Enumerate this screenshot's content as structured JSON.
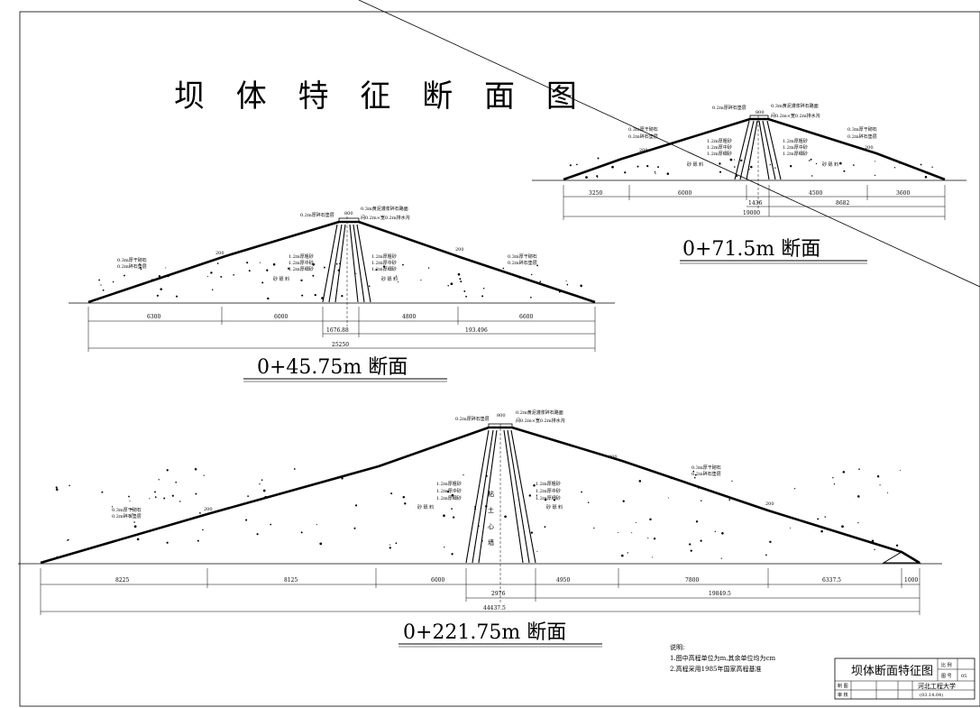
{
  "title": "坝 体 特 征 断 面 图",
  "section_upper_right": {
    "label": "0+71.5m  断面",
    "callouts": [
      "0.2m厚碎石垫层",
      "0.3m黄泥灌浆碎石路面",
      "间0.2m×宽0.2m排水沟",
      "0.3m厚干砌石",
      "0.2m碎石垫层",
      "1.2m厚粗砂",
      "1.2m厚中砂",
      "1.2m厚细砂",
      "砂 砾 料"
    ],
    "dims": [
      "3250",
      "6000",
      "4500",
      "3600",
      "1436",
      "8682",
      "19000",
      "800",
      "200",
      "200"
    ]
  },
  "section_middle_left": {
    "label": "0+45.75m  断面",
    "callouts": [
      "0.2m厚碎石垫层",
      "0.3m黄泥灌浆碎石路面",
      "间0.2m×宽0.2m排水沟",
      "0.3m厚干砌石",
      "0.2m碎石垫层",
      "1.2m厚粗砂",
      "1.2m厚中砂",
      "1.2m厚细砂",
      "砂 砾 料"
    ],
    "dims": [
      "6300",
      "6000",
      "4800",
      "6600",
      "1676.88",
      "193.496",
      "25250",
      "800",
      "200",
      "200"
    ]
  },
  "section_bottom": {
    "label": "0+221.75m  断面",
    "core_label": [
      "粘",
      "土",
      "心",
      "墙"
    ],
    "callouts": [
      "0.2m厚碎石垫层",
      "0.2m黄泥灌浆碎石路面",
      "间0.2m×宽0.2m排水沟",
      "0.3m厚干砌石",
      "0.2m碎石垫层",
      "1.2m厚粗砂",
      "1.2m厚中砂",
      "1.2m厚细砂",
      "砂 砾 料"
    ],
    "dims": [
      "8225",
      "8125",
      "6000",
      "4950",
      "7800",
      "6337.5",
      "1000",
      "2976",
      "19849.5",
      "44437.5",
      "800",
      "200"
    ]
  },
  "notes": {
    "heading": "说明:",
    "line1": "1.图中高程单位为m,其余单位均为cm",
    "line2": "2.高程采用1985年国家高程基准"
  },
  "title_block": {
    "name": "坝体断面特征图",
    "scale_label": "比 例",
    "number_label": "图 号",
    "number_value": "05",
    "draw_label": "制 图",
    "check_label": "审 核",
    "school": "河北工程大学",
    "date": "(03.14.04)"
  }
}
